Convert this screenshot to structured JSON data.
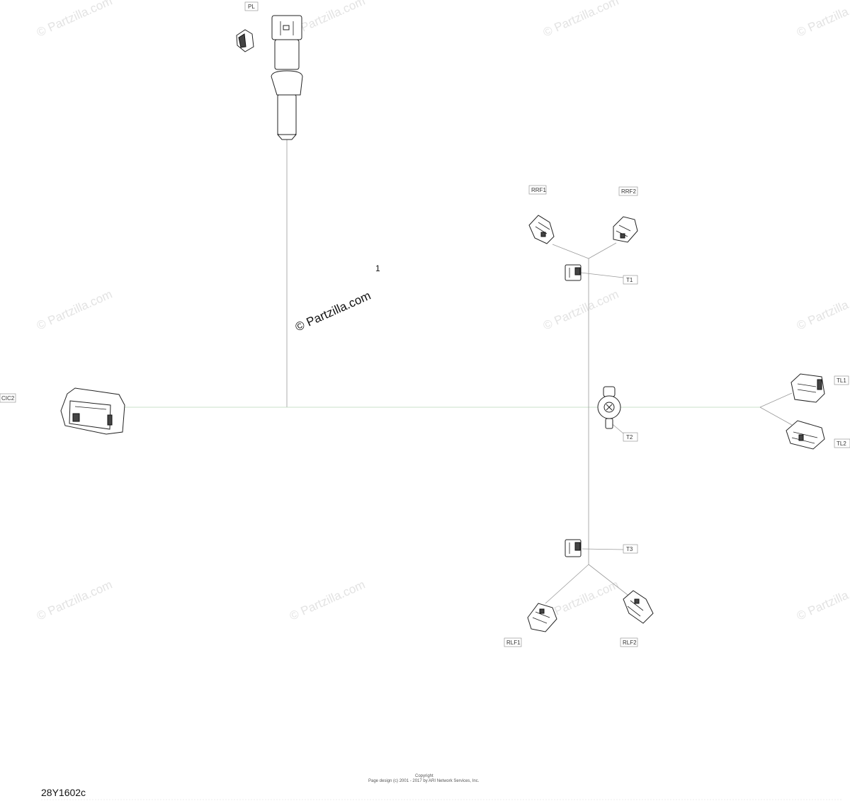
{
  "diagram": {
    "callout_number": "1",
    "diagram_code": "28Y1602c",
    "copyright_line1": "Copyright",
    "copyright_line2": "Page design (c) 2001 - 2017 by ARI Network Services, Inc."
  },
  "watermark": {
    "text": "© Partzilla.com"
  },
  "connectors": {
    "pl": "PL",
    "cic2": "CIC2",
    "rrf1": "RRF1",
    "rrf2": "RRF2",
    "t1": "T1",
    "t2": "T2",
    "t3": "T3",
    "tl1": "TL1",
    "tl2": "TL2",
    "rlf1": "RLF1",
    "rlf2": "RLF2"
  }
}
